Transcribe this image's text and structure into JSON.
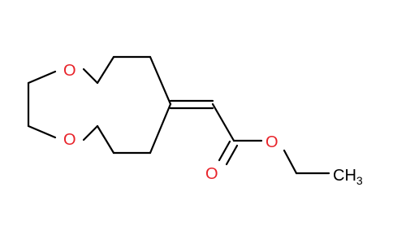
{
  "molecule": {
    "colors": {
      "bond": "#000000",
      "oxygen": "#e8232a",
      "background": "#ffffff"
    },
    "atoms": {
      "o_ring_top": "O",
      "o_ring_bottom": "O",
      "o_ester": "O",
      "o_carbonyl": "O",
      "methyl_main": "CH",
      "methyl_sub": "3"
    }
  }
}
